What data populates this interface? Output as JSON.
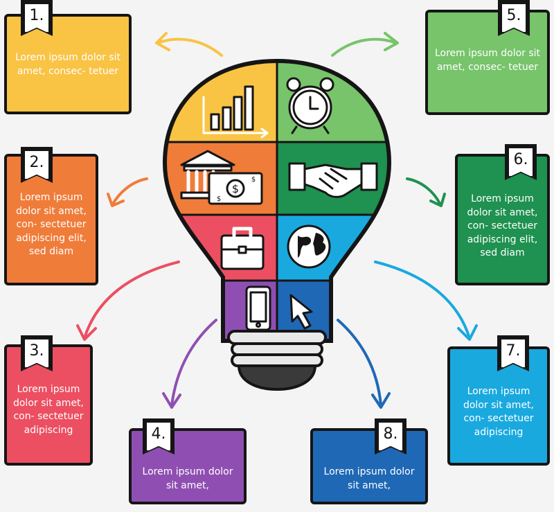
{
  "steps": [
    {
      "number": "1.",
      "text": "Lorem ipsum dolor sit amet, consec- tetuer",
      "color": "#f9c344"
    },
    {
      "number": "2.",
      "text": "Lorem ipsum dolor sit amet, con- sectetuer adipiscing elit, sed diam",
      "color": "#f07c3a"
    },
    {
      "number": "3.",
      "text": "Lorem ipsum dolor sit amet, con- sectetuer adipiscing",
      "color": "#ec4f62"
    },
    {
      "number": "4.",
      "text": "Lorem ipsum dolor sit amet,",
      "color": "#8f4fb2"
    },
    {
      "number": "5.",
      "text": "Lorem ipsum dolor sit amet, consec- tetuer",
      "color": "#77c46b"
    },
    {
      "number": "6.",
      "text": "Lorem ipsum dolor sit amet, con- sectetuer adipiscing elit, sed diam",
      "color": "#1f9150"
    },
    {
      "number": "7.",
      "text": "Lorem ipsum dolor sit amet, con- sectetuer adipiscing",
      "color": "#19a9df"
    },
    {
      "number": "8.",
      "text": "Lorem ipsum dolor sit amet,",
      "color": "#1f68b6"
    }
  ],
  "bulb_segments": [
    {
      "icon": "bar-chart-icon",
      "color": "#f9c344"
    },
    {
      "icon": "alarm-clock-icon",
      "color": "#77c46b"
    },
    {
      "icon": "bank-money-icon",
      "color": "#f07c3a"
    },
    {
      "icon": "handshake-icon",
      "color": "#1f9150"
    },
    {
      "icon": "briefcase-icon",
      "color": "#ec4f62"
    },
    {
      "icon": "globe-icon",
      "color": "#19a9df"
    },
    {
      "icon": "smartphone-icon",
      "color": "#8f4fb2"
    },
    {
      "icon": "cursor-icon",
      "color": "#1f68b6"
    }
  ]
}
